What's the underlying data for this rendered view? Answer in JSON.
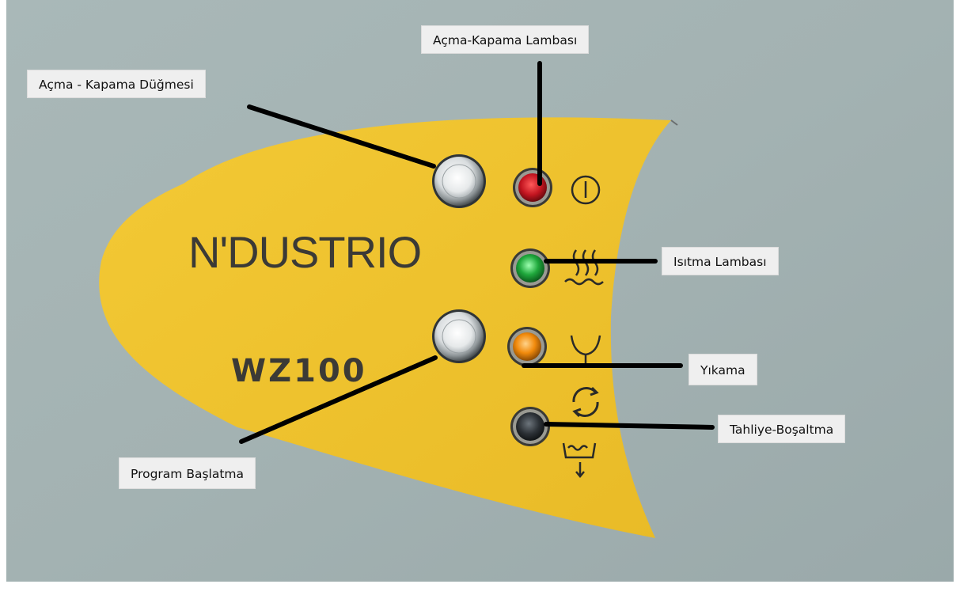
{
  "panel": {
    "brand": "N'DUSTRIO",
    "model": "WZ100",
    "colors": {
      "wall": "#a4b3b3",
      "panel_yellow": "#f0c42e",
      "lamp_power": "#c31520",
      "lamp_heat": "#1fa83c",
      "lamp_wash": "#f18a0c",
      "lamp_drain": "#2c3136",
      "leader_lines": "#000000"
    }
  },
  "icons": {
    "power": "power-symbol-icon",
    "heating": "heating-waves-icon",
    "wash": "wash-nozzle-icon",
    "cycle": "cycle-arrows-icon",
    "drain": "drain-basin-icon"
  },
  "labels": {
    "power_lamp": "Açma-Kapama Lambası",
    "power_button": "Açma - Kapama Düğmesi",
    "heat_lamp": "Isıtma Lambası",
    "wash": "Yıkama",
    "drain": "Tahliye-Boşaltma",
    "program_start": "Program Başlatma"
  }
}
